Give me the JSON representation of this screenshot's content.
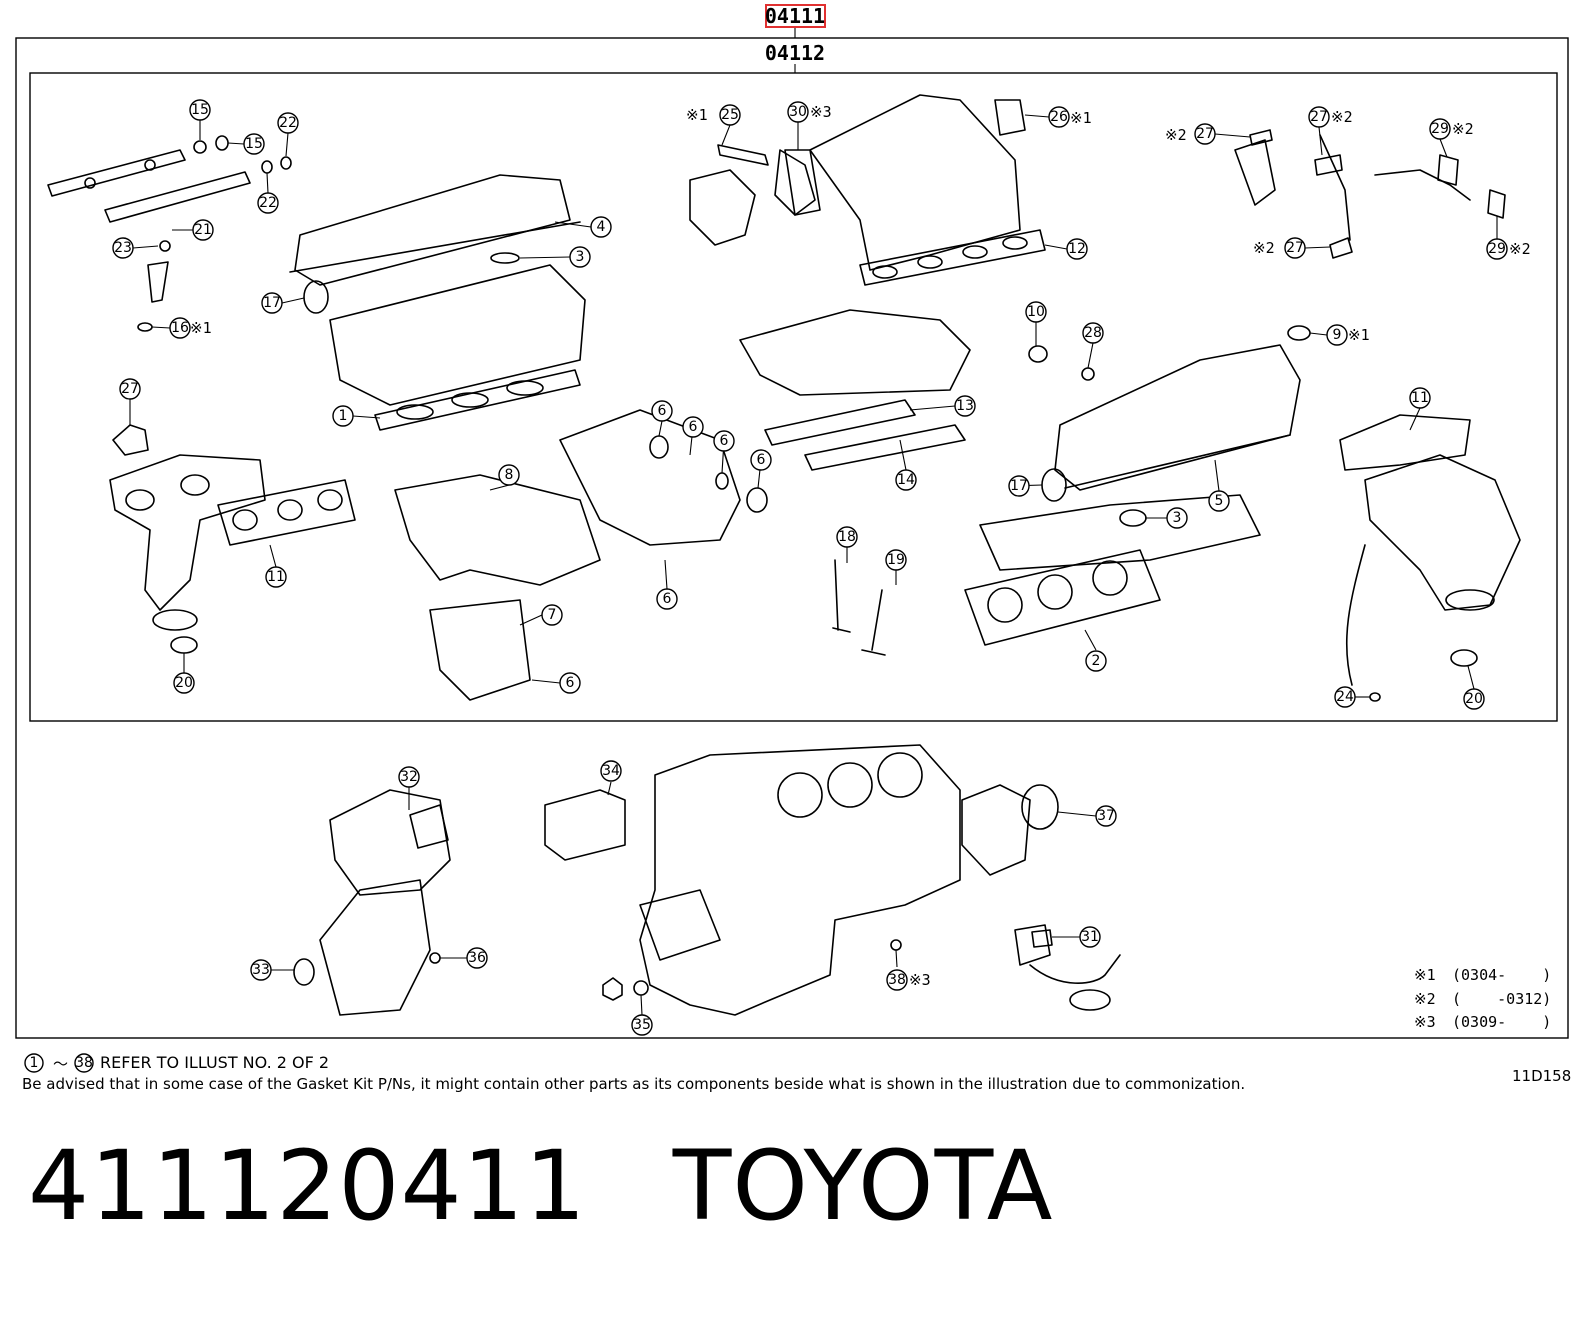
{
  "header": {
    "top_code": "04111",
    "sub_code": "04112",
    "highlight_color": "#e03030"
  },
  "callouts": [
    {
      "id": "c1",
      "label": "1"
    },
    {
      "id": "c2",
      "label": "2"
    },
    {
      "id": "c3a",
      "label": "3"
    },
    {
      "id": "c3b",
      "label": "3"
    },
    {
      "id": "c4",
      "label": "4"
    },
    {
      "id": "c5",
      "label": "5"
    },
    {
      "id": "c6a",
      "label": "6"
    },
    {
      "id": "c6b",
      "label": "6"
    },
    {
      "id": "c6c",
      "label": "6"
    },
    {
      "id": "c6d",
      "label": "6"
    },
    {
      "id": "c6e",
      "label": "6"
    },
    {
      "id": "c6f",
      "label": "6"
    },
    {
      "id": "c7",
      "label": "7"
    },
    {
      "id": "c8",
      "label": "8"
    },
    {
      "id": "c9",
      "label": "9"
    },
    {
      "id": "c10",
      "label": "10"
    },
    {
      "id": "c11a",
      "label": "11"
    },
    {
      "id": "c11b",
      "label": "11"
    },
    {
      "id": "c12",
      "label": "12"
    },
    {
      "id": "c13",
      "label": "13"
    },
    {
      "id": "c14",
      "label": "14"
    },
    {
      "id": "c15a",
      "label": "15"
    },
    {
      "id": "c15b",
      "label": "15"
    },
    {
      "id": "c16",
      "label": "16"
    },
    {
      "id": "c17a",
      "label": "17"
    },
    {
      "id": "c17b",
      "label": "17"
    },
    {
      "id": "c18",
      "label": "18"
    },
    {
      "id": "c19",
      "label": "19"
    },
    {
      "id": "c20a",
      "label": "20"
    },
    {
      "id": "c20b",
      "label": "20"
    },
    {
      "id": "c21",
      "label": "21"
    },
    {
      "id": "c22a",
      "label": "22"
    },
    {
      "id": "c22b",
      "label": "22"
    },
    {
      "id": "c23",
      "label": "23"
    },
    {
      "id": "c24",
      "label": "24"
    },
    {
      "id": "c25",
      "label": "25"
    },
    {
      "id": "c26",
      "label": "26"
    },
    {
      "id": "c27a",
      "label": "27"
    },
    {
      "id": "c27b",
      "label": "27"
    },
    {
      "id": "c27c",
      "label": "27"
    },
    {
      "id": "c27d",
      "label": "27"
    },
    {
      "id": "c28",
      "label": "28"
    },
    {
      "id": "c29a",
      "label": "29"
    },
    {
      "id": "c29b",
      "label": "29"
    },
    {
      "id": "c30",
      "label": "30"
    },
    {
      "id": "c31",
      "label": "31"
    },
    {
      "id": "c32",
      "label": "32"
    },
    {
      "id": "c33",
      "label": "33"
    },
    {
      "id": "c34",
      "label": "34"
    },
    {
      "id": "c35",
      "label": "35"
    },
    {
      "id": "c36",
      "label": "36"
    },
    {
      "id": "c37",
      "label": "37"
    },
    {
      "id": "c38",
      "label": "38"
    }
  ],
  "marks": {
    "m1": "※1",
    "m2": "※2",
    "m3": "※3"
  },
  "legend": {
    "n1_mark": "※1",
    "n1_text": "(0304-    )",
    "n2_mark": "※2",
    "n2_text": "(    -0312)",
    "n3_mark": "※3",
    "n3_text": "(0309-    )"
  },
  "footer": {
    "range_start": "1",
    "range_sep": "～",
    "range_end": "38",
    "refer_text": "REFER TO ILLUST NO. 2 OF 2",
    "advice_text": "Be advised that in some case of the Gasket Kit P/Ns,  it might contain other parts as its components beside what is shown in the illustration due to commonization.",
    "illust_code": "11D158"
  },
  "title": {
    "part_number": "411120411",
    "brand": "TOYOTA"
  }
}
